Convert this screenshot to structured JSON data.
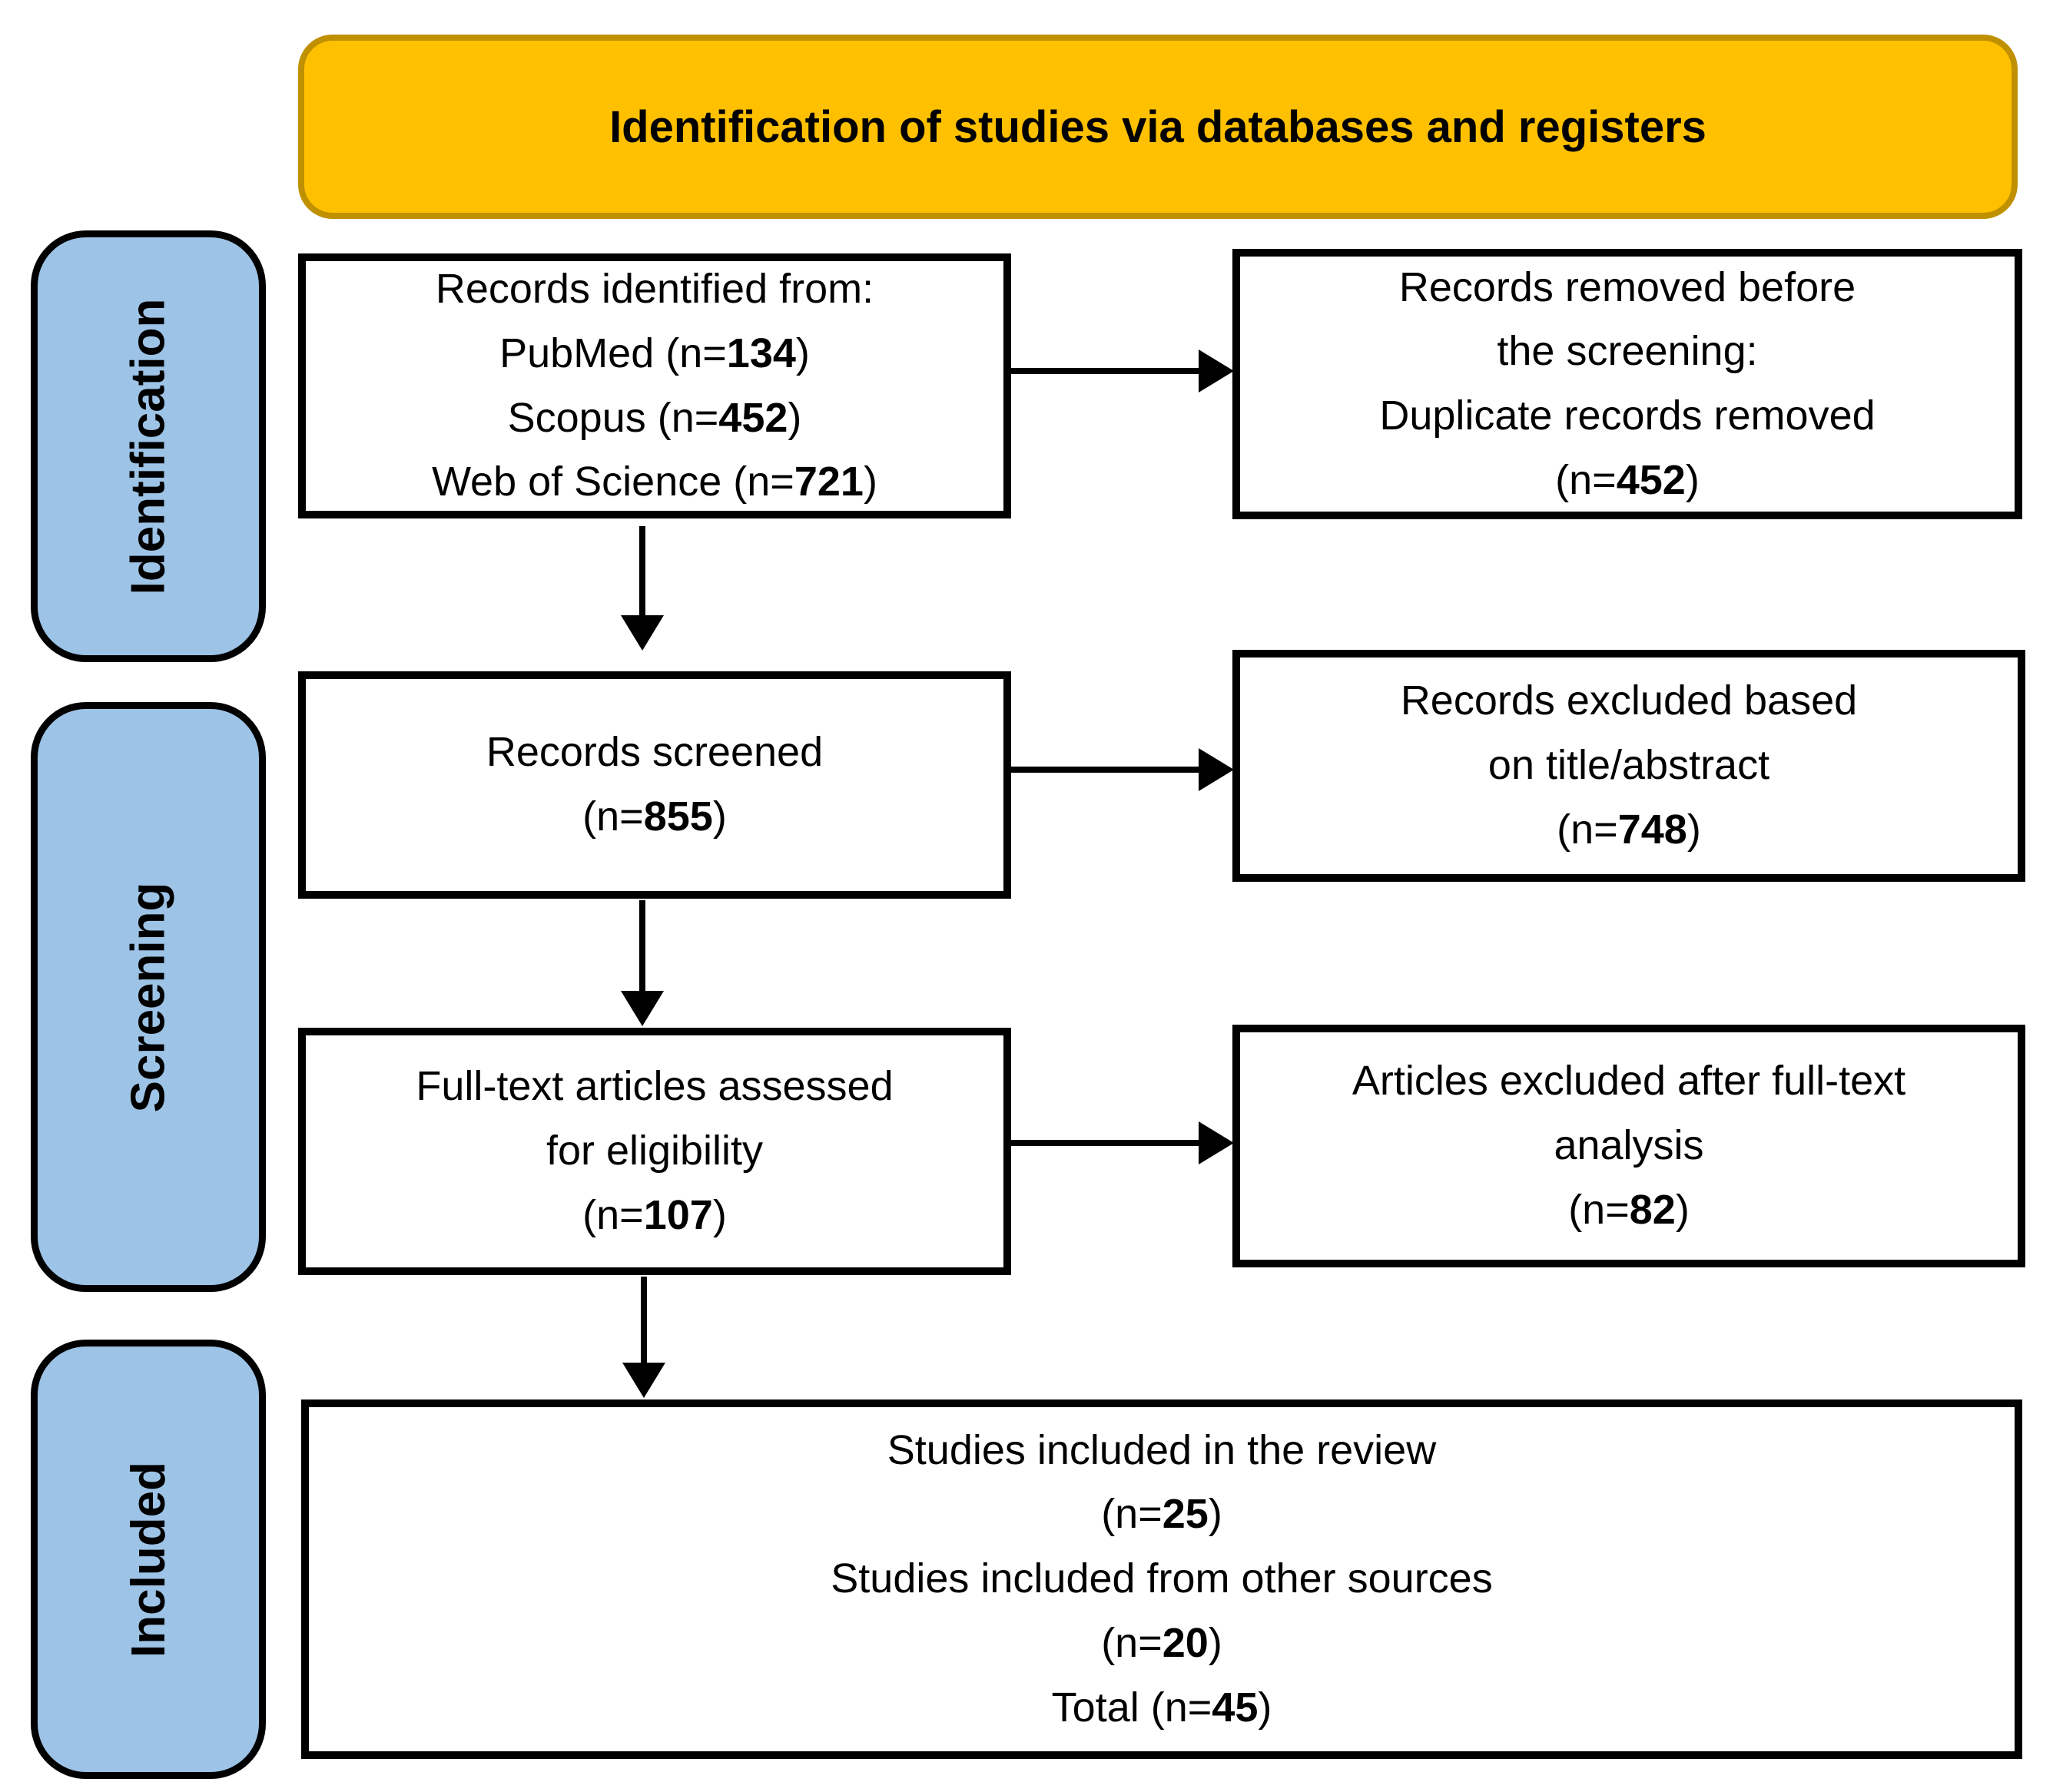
{
  "banner": {
    "title": "Identification of studies via databases and registers"
  },
  "stages": {
    "identification": "Identification",
    "screening": "Screening",
    "included": "Included"
  },
  "boxes": {
    "identified": {
      "line1": "Records identified from:",
      "items": [
        {
          "pre": "PubMed (n=",
          "num": "134",
          "post": ")"
        },
        {
          "pre": "Scopus (n=",
          "num": "452",
          "post": ")"
        },
        {
          "pre": "Web of Science (n=",
          "num": "721",
          "post": ")"
        }
      ]
    },
    "removed": {
      "line1": "Records removed before",
      "line2": "the screening:",
      "line3": "Duplicate records removed",
      "count": {
        "pre": "(n=",
        "num": "452",
        "post": ")"
      }
    },
    "screened": {
      "line1": "Records screened",
      "count": {
        "pre": "(n=",
        "num": "855",
        "post": ")"
      }
    },
    "excluded_title_abstract": {
      "line1": "Records excluded based",
      "line2": "on title/abstract",
      "count": {
        "pre": "(n=",
        "num": "748",
        "post": ")"
      }
    },
    "fulltext_assessed": {
      "line1": "Full-text articles assessed",
      "line2": "for eligibility",
      "count": {
        "pre": "(n=",
        "num": "107",
        "post": ")"
      }
    },
    "excluded_fulltext": {
      "line1": "Articles excluded after full-text",
      "line2": "analysis",
      "count": {
        "pre": "(n=",
        "num": "82",
        "post": ")"
      }
    },
    "included_final": {
      "line1": "Studies included in the review",
      "count1": {
        "pre": "(n=",
        "num": "25",
        "post": ")"
      },
      "line2": "Studies included from other sources",
      "count2": {
        "pre": "(n=",
        "num": "20",
        "post": ")"
      },
      "total": {
        "pre": "Total (n=",
        "num": "45",
        "post": ")"
      }
    }
  },
  "colors": {
    "banner_fill": "#FFC000",
    "banner_border": "#BF9000",
    "stage_fill": "#9DC3E6",
    "outline": "#000000"
  }
}
